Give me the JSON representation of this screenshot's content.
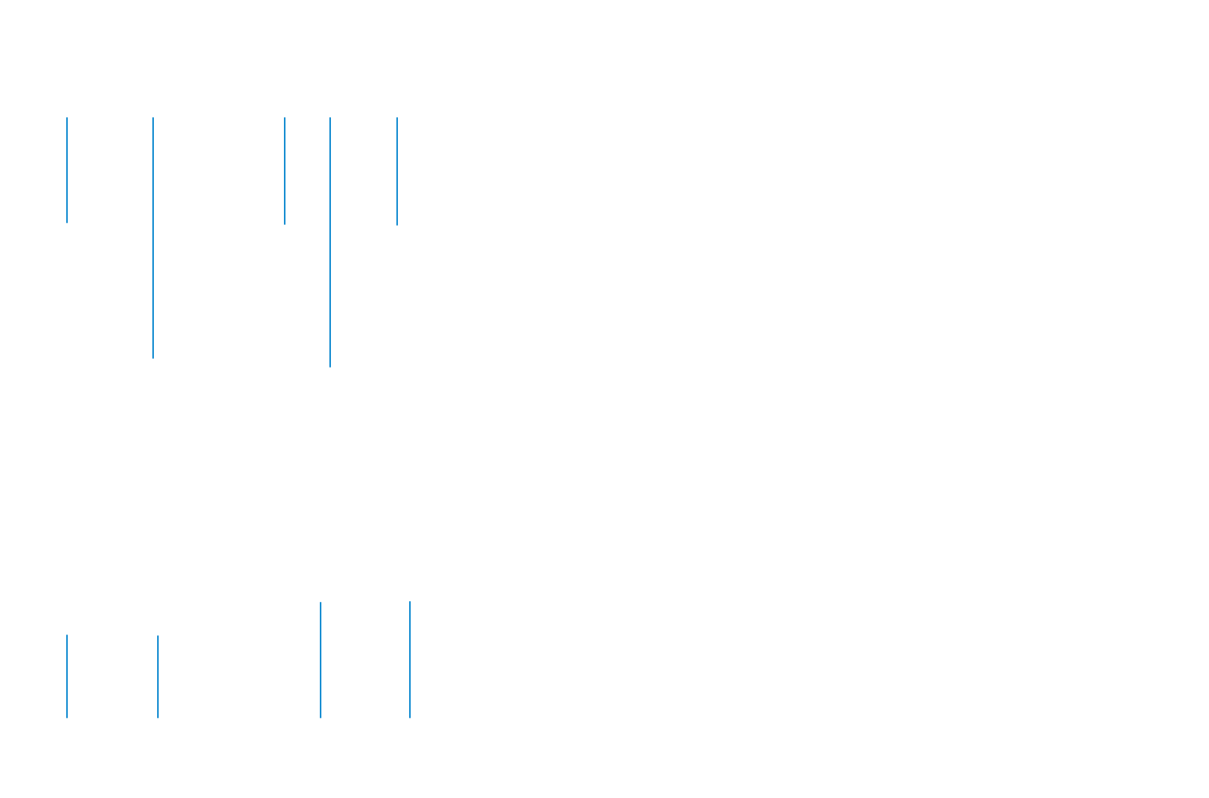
{
  "page": {
    "background_color": "#ffffff",
    "caret_color": "#1a8fd2",
    "groups": [
      {
        "name": "upper",
        "caret_count": 5
      },
      {
        "name": "lower",
        "caret_count": 4
      }
    ]
  }
}
